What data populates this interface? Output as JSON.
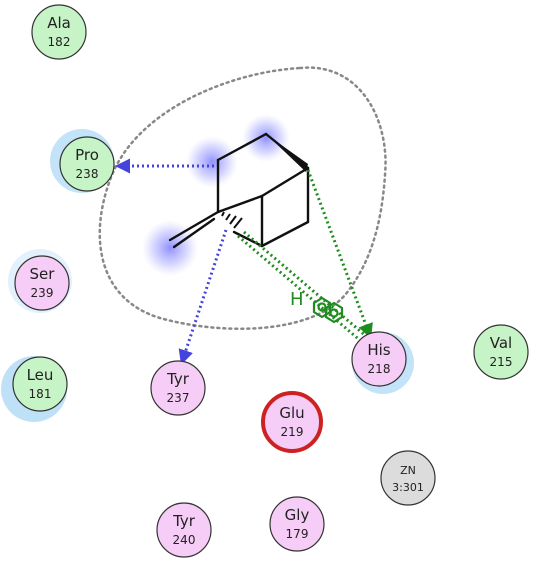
{
  "colors": {
    "hydrophobic": "#c6f4c6",
    "polar": "#f6cdf6",
    "acidic_ring": "#cc2222",
    "metal": "#dcdcdc",
    "hbond_green": "#1e8c1e",
    "hbond_blue": "#4444dd",
    "pocket_outline": "#888888",
    "exposure_halo": "#a9d7f5"
  },
  "residues": [
    {
      "id": "ala182",
      "name": "Ala",
      "number": "182",
      "kind": "hydrophobic"
    },
    {
      "id": "pro238",
      "name": "Pro",
      "number": "238",
      "kind": "hydrophobic"
    },
    {
      "id": "ser239",
      "name": "Ser",
      "number": "239",
      "kind": "polar"
    },
    {
      "id": "leu181",
      "name": "Leu",
      "number": "181",
      "kind": "hydrophobic"
    },
    {
      "id": "tyr237",
      "name": "Tyr",
      "number": "237",
      "kind": "polar"
    },
    {
      "id": "his218",
      "name": "His",
      "number": "218",
      "kind": "polar"
    },
    {
      "id": "val215",
      "name": "Val",
      "number": "215",
      "kind": "hydrophobic"
    },
    {
      "id": "glu219",
      "name": "Glu",
      "number": "219",
      "kind": "acidic"
    },
    {
      "id": "zn301",
      "name": "ZN",
      "number": "3:301",
      "kind": "metal"
    },
    {
      "id": "tyr240",
      "name": "Tyr",
      "number": "240",
      "kind": "polar"
    },
    {
      "id": "gly179",
      "name": "Gly",
      "number": "179",
      "kind": "polar"
    }
  ],
  "interaction_label": "H"
}
